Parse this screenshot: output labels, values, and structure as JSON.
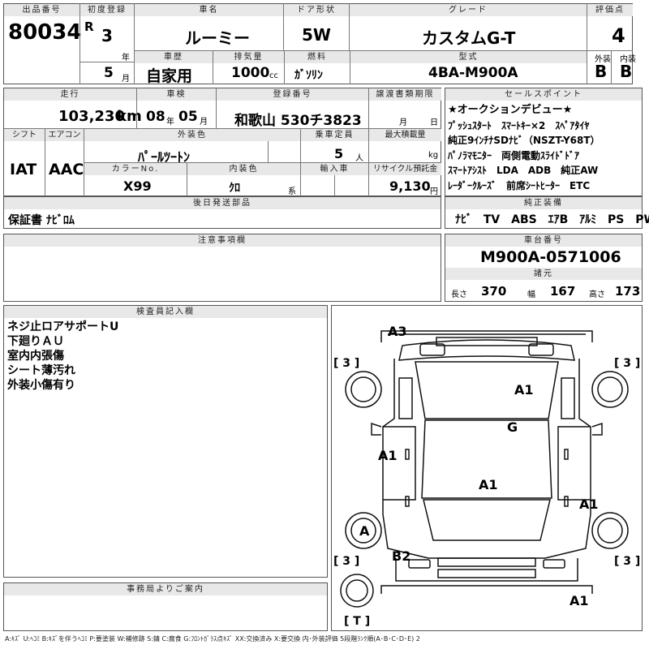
{
  "lot": {
    "label": "出品番号",
    "value": "80034"
  },
  "first_reg": {
    "label": "初度登録",
    "era": "R",
    "year": "3",
    "year_unit": "年",
    "month": "5",
    "month_unit": "月"
  },
  "car_name": {
    "label": "車名",
    "value": "ルーミー"
  },
  "door": {
    "label": "ドア形状",
    "value": "5W"
  },
  "grade": {
    "label": "グレード",
    "value": "カスタムG-T"
  },
  "score": {
    "label": "評価点",
    "value": "4",
    "exterior_label": "外装",
    "interior_label": "内装",
    "exterior": "B",
    "interior": "B"
  },
  "history": {
    "label": "車歴",
    "value": "自家用"
  },
  "displacement": {
    "label": "排気量",
    "value": "1000",
    "unit": "cc"
  },
  "fuel": {
    "label": "燃料",
    "value": "ｶﾞｿﾘﾝ"
  },
  "model_code": {
    "label": "型式",
    "value": "4BA-M900A"
  },
  "mileage": {
    "label": "走行",
    "value": "103,230",
    "unit": "km"
  },
  "inspection": {
    "label": "車検",
    "year": "08",
    "year_unit": "年",
    "month": "05",
    "month_unit": "月"
  },
  "plate": {
    "label": "登録番号",
    "value": "和歌山 530チ3823"
  },
  "transfer": {
    "label": "譲渡書類期限",
    "month_unit": "月",
    "day_unit": "日"
  },
  "shift": {
    "label": "シフト",
    "value": "IAT"
  },
  "ac": {
    "label": "エアコン",
    "value": "AAC"
  },
  "ext_color": {
    "label": "外装色",
    "value": "ﾊﾟｰﾙﾂｰﾄﾝ"
  },
  "capacity": {
    "label": "乗車定員",
    "value": "5",
    "unit": "人"
  },
  "max_load": {
    "label": "最大積載量",
    "unit": "kg"
  },
  "color_no": {
    "label": "カラーNo.",
    "value": "X99"
  },
  "int_color": {
    "label": "内装色",
    "value": "ｸﾛ",
    "unit": "系"
  },
  "import": {
    "label": "輸入車"
  },
  "recycle": {
    "label": "リサイクル預託金",
    "value": "9,130",
    "unit": "円"
  },
  "later_parts": {
    "label": "後日発送部品",
    "value": "保証書 ﾅﾋﾞﾛﾑ"
  },
  "sales_points": {
    "label": "セールスポイント",
    "lines": [
      "★オークションデビュー★",
      "ﾌﾟｯｼｭｽﾀｰﾄ　ｽﾏｰﾄｷｰ×2　ｽﾍﾟｱﾀｲﾔ",
      "純正9ｲﾝﾁﾅSDﾅﾋﾞ（NSZT-Y68T）",
      "ﾊﾟﾉﾗﾏﾓﾆﾀｰ　両側電動ｽﾗｲﾄﾞﾄﾞｱ",
      "ｽﾏｰﾄｱｼｽﾄ　LDA　ADB　純正AW",
      "ﾚｰﾀﾞｰｸﾙｰｽﾞ　前席ｼｰﾄﾋｰﾀｰ　ETC"
    ]
  },
  "equipment": {
    "label": "純正装備",
    "items": [
      "ﾅﾋﾞ",
      "TV",
      "ABS",
      "ｴｱB",
      "ｱﾙﾐ",
      "PS",
      "PW"
    ]
  },
  "notes": {
    "label": "注意事項欄"
  },
  "chassis": {
    "label": "車台番号",
    "value": "M900A-0571006"
  },
  "dims": {
    "label": "諸元",
    "length_label": "長さ",
    "length": "370",
    "width_label": "幅",
    "width": "167",
    "height_label": "高さ",
    "height": "173"
  },
  "inspector": {
    "label": "検査員記入欄",
    "lines": [
      "ネジ止ロアサポートU",
      "下廻りＡＵ",
      "室内内張傷",
      "シート薄汚れ",
      "外装小傷有り"
    ]
  },
  "office": {
    "label": "事務局よりご案内"
  },
  "legend": "A:ｷｽﾞ U:ﾍｺﾐ B:ｷｽﾞを伴うﾍｺﾐ P:要塗装 W:補修跡 S:錆 C:腐食 G:ﾌﾛﾝﾄｶﾞﾗｽ点ｷｽﾞ XX:交換済み X:要交換 内･外装評価 5段階ﾗﾝｸ順(A･B･C･D･E) 2",
  "diagram": {
    "marks": {
      "a3": "A3",
      "a1_top": "A1",
      "g": "G",
      "a1_left": "A1",
      "a1_center": "A1",
      "a1_right": "A1",
      "a_wheel": "A",
      "b2": "B2",
      "a1_bottom": "A1"
    },
    "tires": {
      "fl": "[ 3 ]",
      "fr": "[ 3 ]",
      "rl": "[ 3 ]",
      "rr": "[ 3 ]",
      "spare": "[ T ]"
    }
  }
}
